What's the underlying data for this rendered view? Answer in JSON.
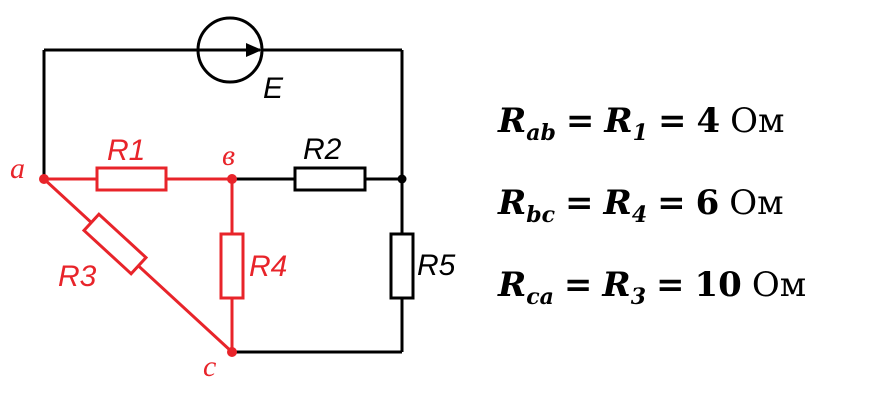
{
  "colors": {
    "highlight": "#e8242a",
    "wire": "#000000"
  },
  "labels": {
    "source": "E",
    "r1": "R1",
    "r2": "R2",
    "r3": "R3",
    "r4": "R4",
    "r5": "R5"
  },
  "nodes": {
    "a": "a",
    "b": "в",
    "c": "c"
  },
  "equations": [
    {
      "var": "R",
      "sub": "ab",
      "eq_var": "R",
      "eq_sub": "1",
      "value": "4",
      "unit": "Ом"
    },
    {
      "var": "R",
      "sub": "bc",
      "eq_var": "R",
      "eq_sub": "4",
      "value": "6",
      "unit": "Ом"
    },
    {
      "var": "R",
      "sub": "ca",
      "eq_var": "R",
      "eq_sub": "3",
      "value": "10",
      "unit": "Ом"
    }
  ],
  "symbols": {
    "equals": "="
  }
}
